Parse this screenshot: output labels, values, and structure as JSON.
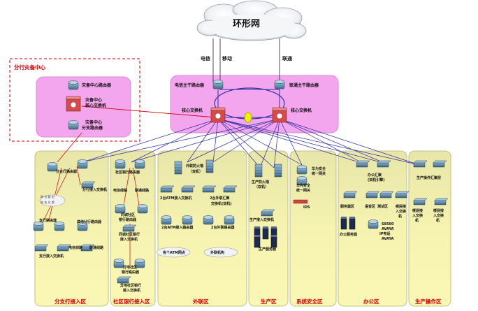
{
  "cloud_label": "环形网",
  "isps": {
    "telecom": "电信",
    "mobile": "移动",
    "unicom": "联通"
  },
  "backup_center": {
    "title": "分行灾备中心",
    "router_label": "灾备中心路由器",
    "switch_label_1": "灾备中心",
    "switch_label_2": "核心交换机",
    "branch_label_1": "灾备中心",
    "branch_label_2": "分支路由器"
  },
  "core": {
    "telecom_router": "电信主干路由器",
    "unicom_router": "联通主干路由器",
    "core_switch_left": "核心交换机",
    "core_switch_right": "核心交换机"
  },
  "zones": [
    {
      "name": "分支行接入区"
    },
    {
      "name": "社区银行接入区"
    },
    {
      "name": "外联区"
    },
    {
      "name": "生产区"
    },
    {
      "name": "系统安全区"
    },
    {
      "name": "办公区"
    },
    {
      "name": "生产操作区"
    }
  ],
  "branch_zone": {
    "router": "分主行路由器",
    "access_switch": "分行接入交换机",
    "sub_router_1": "支行路由器",
    "sub_router_2": "其他分行路由器",
    "access_switch_2": "支行接入交换机",
    "telecom_line": "电信线路",
    "unicom_line": "联通线路",
    "cloud_note_1": "联 合 路 由",
    "cloud_note_2": "联 合 交 换"
  },
  "community_zone": {
    "router": "社区银行路由器",
    "telecom_line": "电信线路",
    "unicom_line": "联通线路",
    "community_router": "同城社区",
    "community_router_2": "银行路由器",
    "access_1": "同城社区银行",
    "access_2": "接入交换机",
    "remote_1": "异地社区",
    "remote_2": "银行路由器",
    "remote_access_1": "异地社区银行",
    "remote_access_2": "接入交换机"
  },
  "external_zone": {
    "firewall_1": "外联防火墙",
    "firewall_2": "（双机）",
    "atm_switch": "2台ATM接入交换机",
    "ext_switch_1": "2台外联汇聚",
    "ext_switch_2": "交换机(双机)",
    "atm_router": "2台ATM接入路由器",
    "ext_router": "2台外联路由器",
    "atm_net": "各个ATM网点",
    "ext_org": "外联机构"
  },
  "production_zone": {
    "firewall_1": "生产防火墙",
    "firewall_2": "（双机）",
    "switch": "生产接入交换机",
    "server": "生产服务器"
  },
  "security_zone": {
    "label_1": "华为安全",
    "label_2": "统一网关",
    "label_3": "华为安全",
    "label_4": "统一网关",
    "ids": "IDS"
  },
  "office_zone": {
    "core_1": "办公汇聚",
    "core_2": "(双机引擎)",
    "server_area": "服务器区",
    "voice": "语音区",
    "test": "测试区",
    "floor_1": "楼层接",
    "floor_2": "入交换",
    "floor_3": "机",
    "office_server": "办公服务器",
    "avaya_1": "S8500",
    "avaya_2": "AVAYA",
    "avaya_3": "IP电话",
    "avaya_4": "AVAYA"
  },
  "ops_zone": {
    "core": "生产操作汇聚层",
    "floor_a_1": "楼层接",
    "floor_a_2": "入交换",
    "floor_a_3": "机",
    "floor_b_1": "楼层接",
    "floor_b_2": "入交换",
    "floor_b_3": "机"
  }
}
